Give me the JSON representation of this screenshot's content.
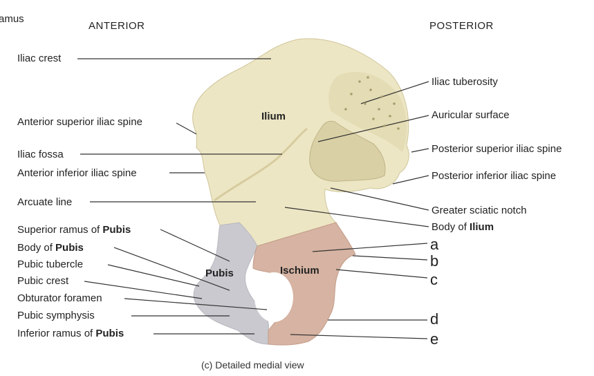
{
  "colors": {
    "ilium": "#ede6c4",
    "ilium_shade": "#d9d0a6",
    "ischium": "#d6b3a2",
    "pubis": "#c9c9cf",
    "leader": "#333333"
  },
  "header": {
    "cut_text": "amus",
    "anterior": "ANTERIOR",
    "posterior": "POSTERIOR"
  },
  "regions": {
    "ilium": "Ilium",
    "pubis": "Pubis",
    "ischium": "Ischium"
  },
  "left_labels": {
    "iliac_crest": "Iliac crest",
    "asis": "Anterior superior iliac spine",
    "iliac_fossa": "Iliac fossa",
    "aiis": "Anterior inferior iliac spine",
    "arcuate_line": "Arcuate line",
    "superior_ramus": {
      "prefix": "Superior ramus of ",
      "bold": "Pubis"
    },
    "body_pubis": {
      "prefix": "Body of ",
      "bold": "Pubis"
    },
    "pubic_tubercle": "Pubic tubercle",
    "pubic_crest": "Pubic crest",
    "obturator_foramen": "Obturator foramen",
    "pubic_symphysis": "Pubic symphysis",
    "inferior_ramus": {
      "prefix": "Inferior ramus of ",
      "bold": "Pubis"
    }
  },
  "right_labels": {
    "iliac_tuberosity": "Iliac tuberosity",
    "auricular_surface": "Auricular surface",
    "psis": "Posterior superior iliac spine",
    "piis": "Posterior inferior iliac spine",
    "greater_sciatic_notch": "Greater sciatic notch",
    "body_ilium": {
      "prefix": "Body of ",
      "bold": "Ilium"
    }
  },
  "letters": {
    "a": "a",
    "b": "b",
    "c": "c",
    "d": "d",
    "e": "e"
  },
  "caption": "(c) Detailed medial view"
}
